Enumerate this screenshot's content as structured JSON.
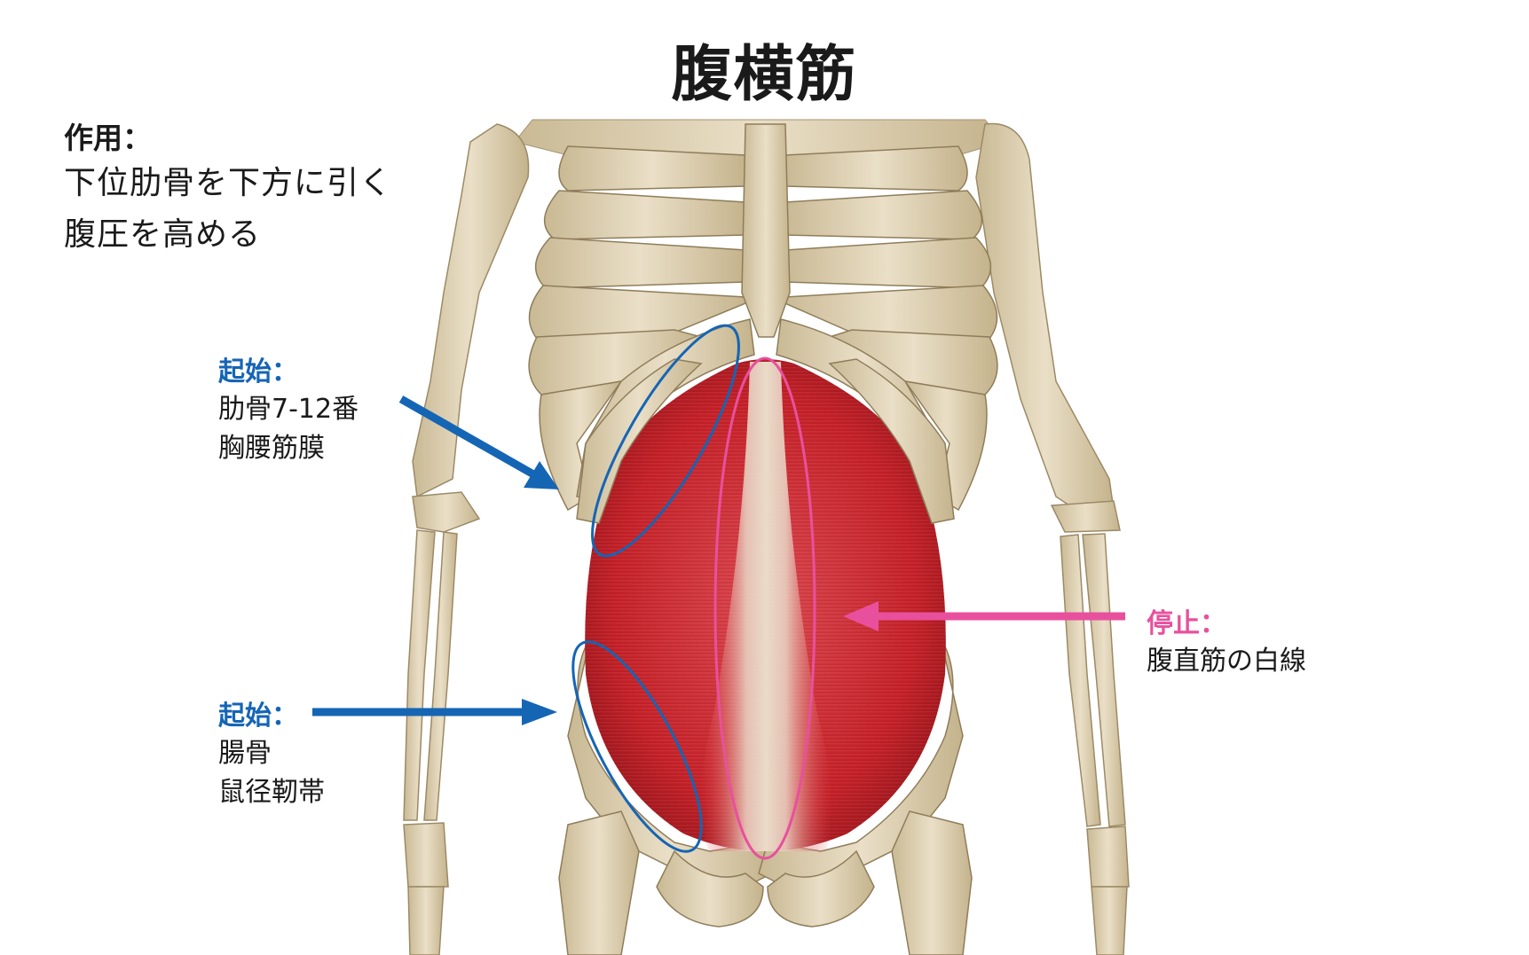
{
  "title": "腹横筋",
  "action": {
    "heading": "作用：",
    "lines": [
      "下位肋骨を下方に引く",
      "腹圧を高める"
    ]
  },
  "origin_upper": {
    "heading": "起始：",
    "lines": [
      "肋骨7-12番",
      "胸腰筋膜"
    ],
    "color": "#1565b5"
  },
  "origin_lower": {
    "heading": "起始：",
    "lines": [
      "腸骨",
      "鼠径靭帯"
    ],
    "color": "#1565b5"
  },
  "insertion": {
    "heading": "停止：",
    "lines": [
      "腹直筋の白線"
    ],
    "color": "#e8509d"
  },
  "colors": {
    "bone": "#e6d9bf",
    "bone_shadow": "#b8a684",
    "muscle": "#c8242c",
    "muscle_light": "#e56a70",
    "linea_alba": "#e9d6c4",
    "origin_marker": "#1565b5",
    "insertion_marker": "#e8509d"
  }
}
